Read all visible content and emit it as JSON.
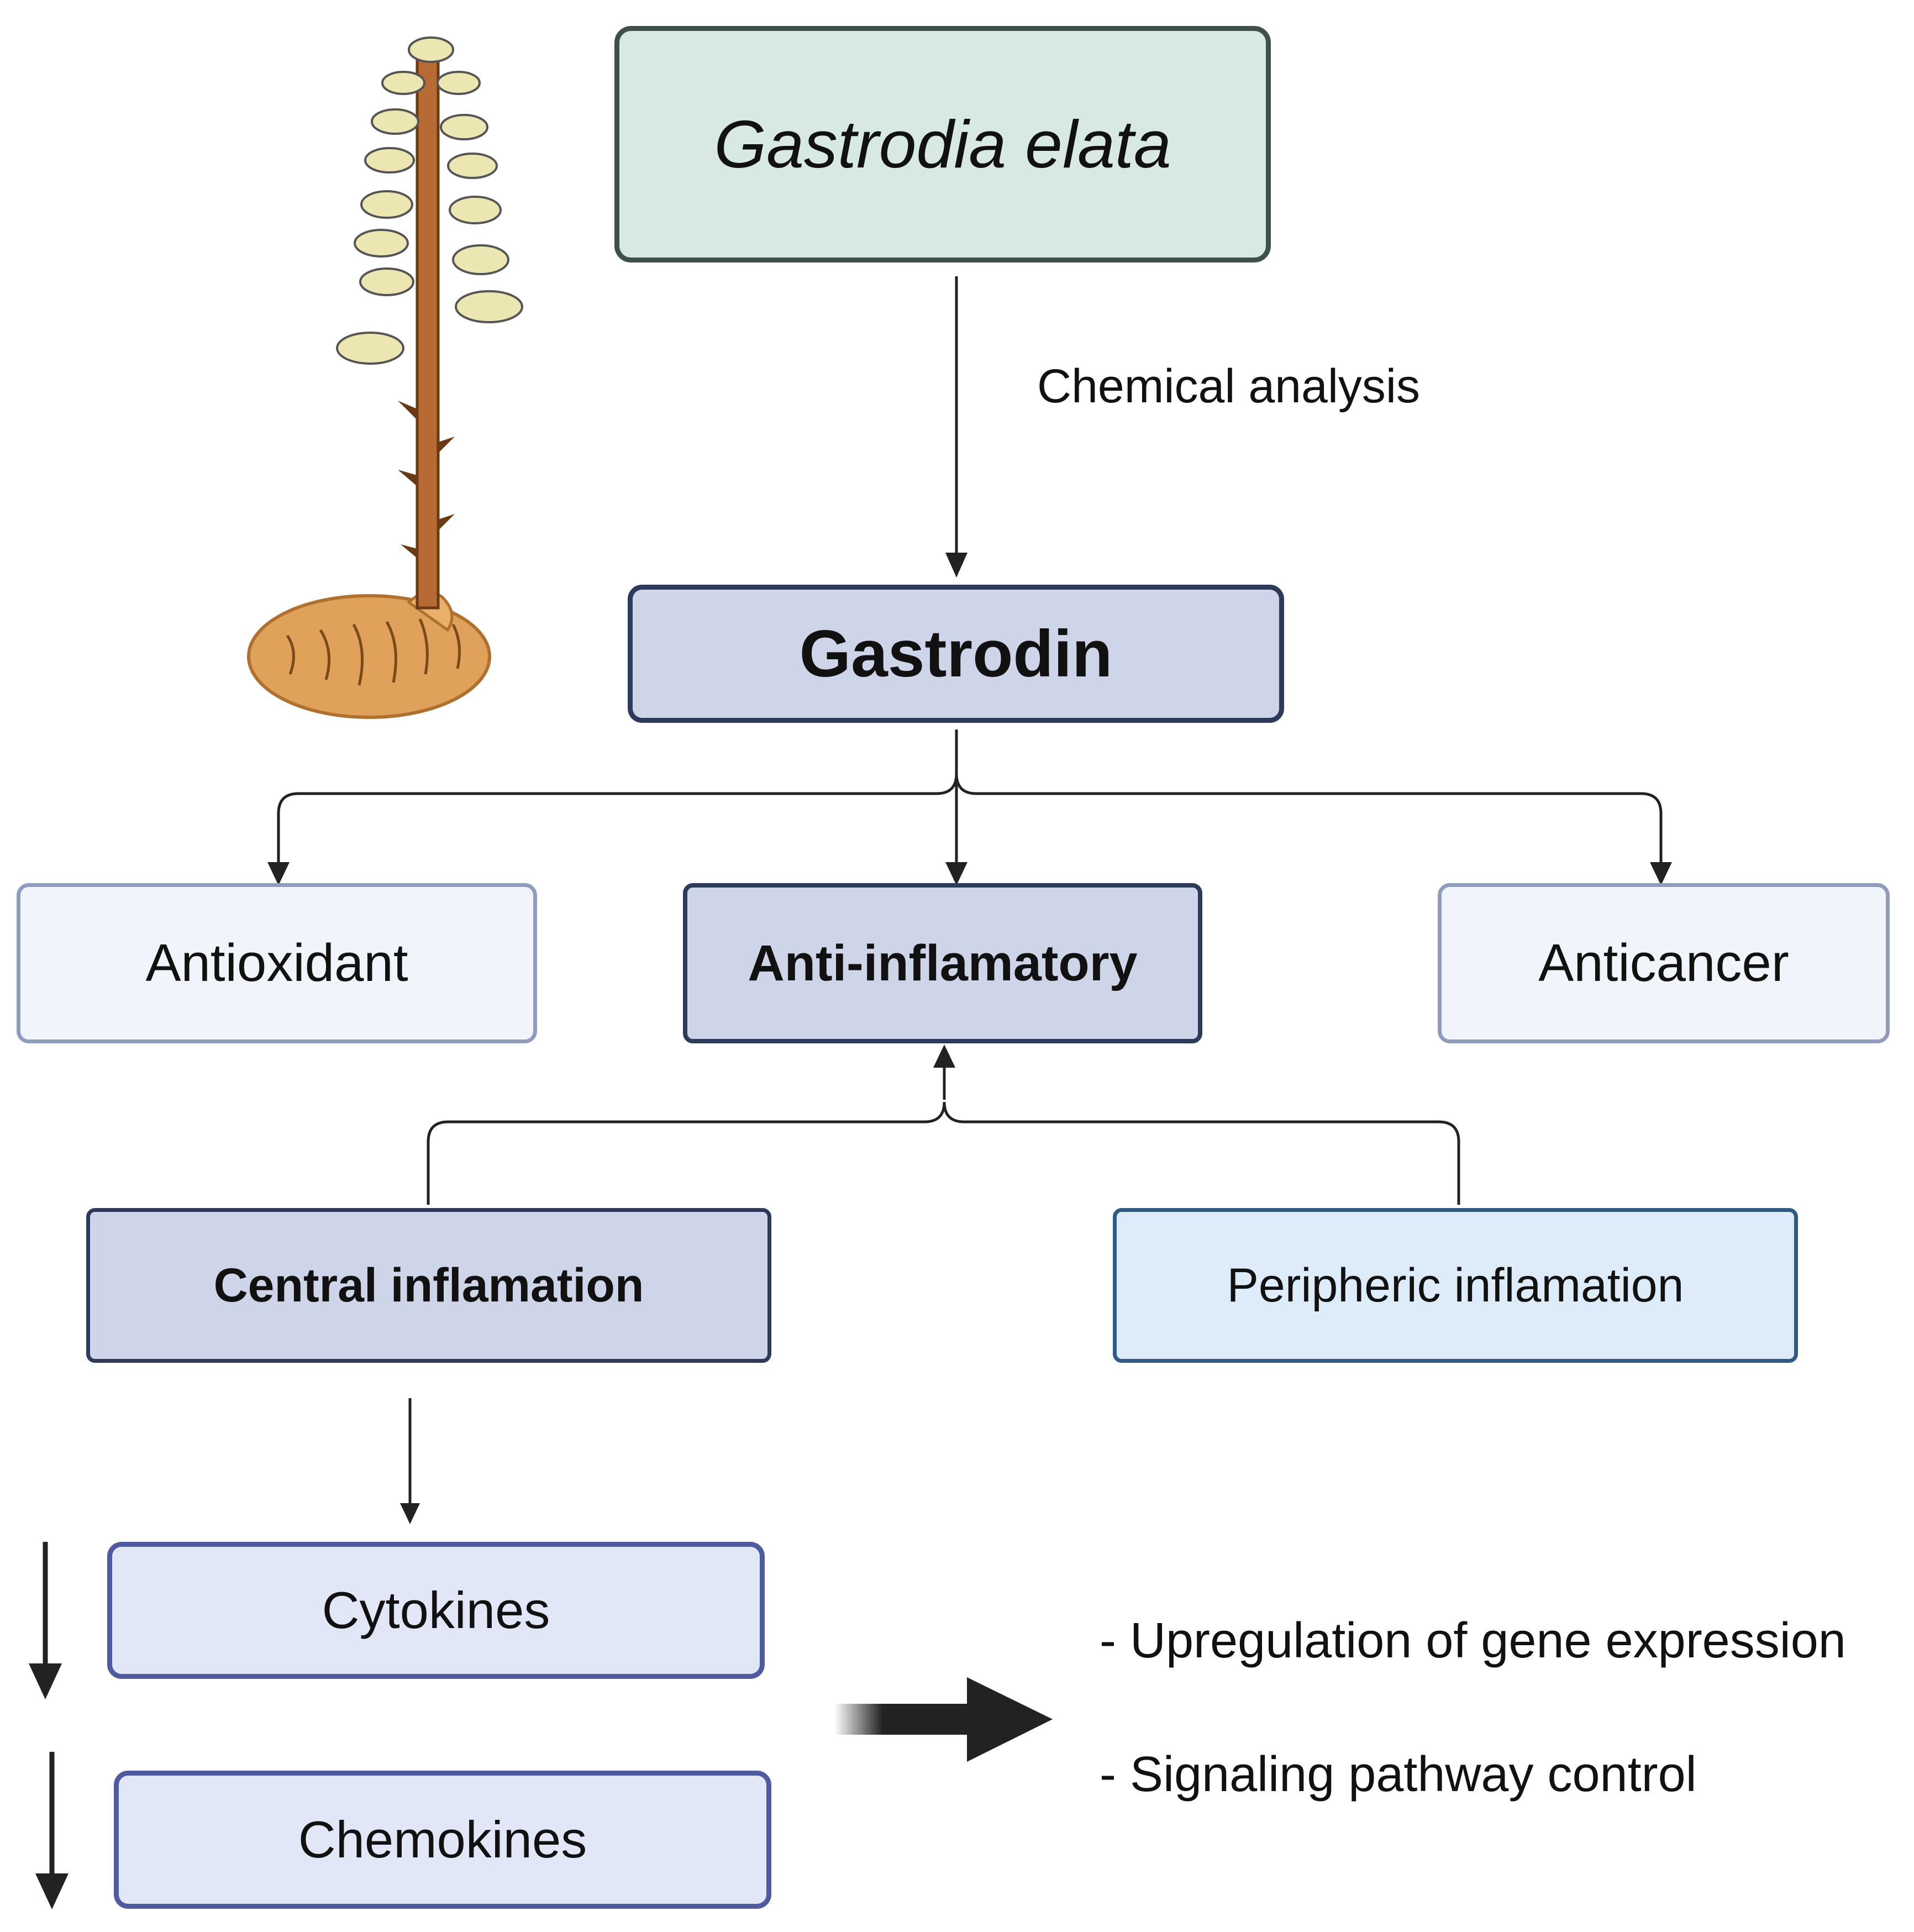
{
  "plant": {
    "name": "Gastrodia elata"
  },
  "compound": {
    "name": "Gastrodin"
  },
  "edge_label": "Chemical analysis",
  "activities": {
    "antioxidant": "Antioxidant",
    "anti_inflammatory": "Anti-inflamatory",
    "anticancer": "Anticancer"
  },
  "inflammation": {
    "central": "Central inflamation",
    "peripheric": "Peripheric inflamation"
  },
  "mediators": {
    "cytokines": "Cytokines",
    "chemokines": "Chemokines"
  },
  "outcomes": [
    "- Upregulation of gene expression",
    "- Signaling pathway control"
  ],
  "colors": {
    "plant_box_fill": "#d8e8e3",
    "plant_box_border": "#3f4f4b",
    "dark_box_fill": "#cfd5e8",
    "dark_box_border": "#2e3a5a",
    "light_box_fill": "#f1f4fa",
    "light_box_border": "#8f9cbd",
    "peripheric_fill": "#deebf8",
    "peripheric_border": "#2f5a85",
    "mediator_fill": "#e2e7f7",
    "mediator_border": "#4f5b9e",
    "stem": "#b86a34",
    "tuber": "#e0a15a",
    "leaf": "#ece6b2"
  }
}
